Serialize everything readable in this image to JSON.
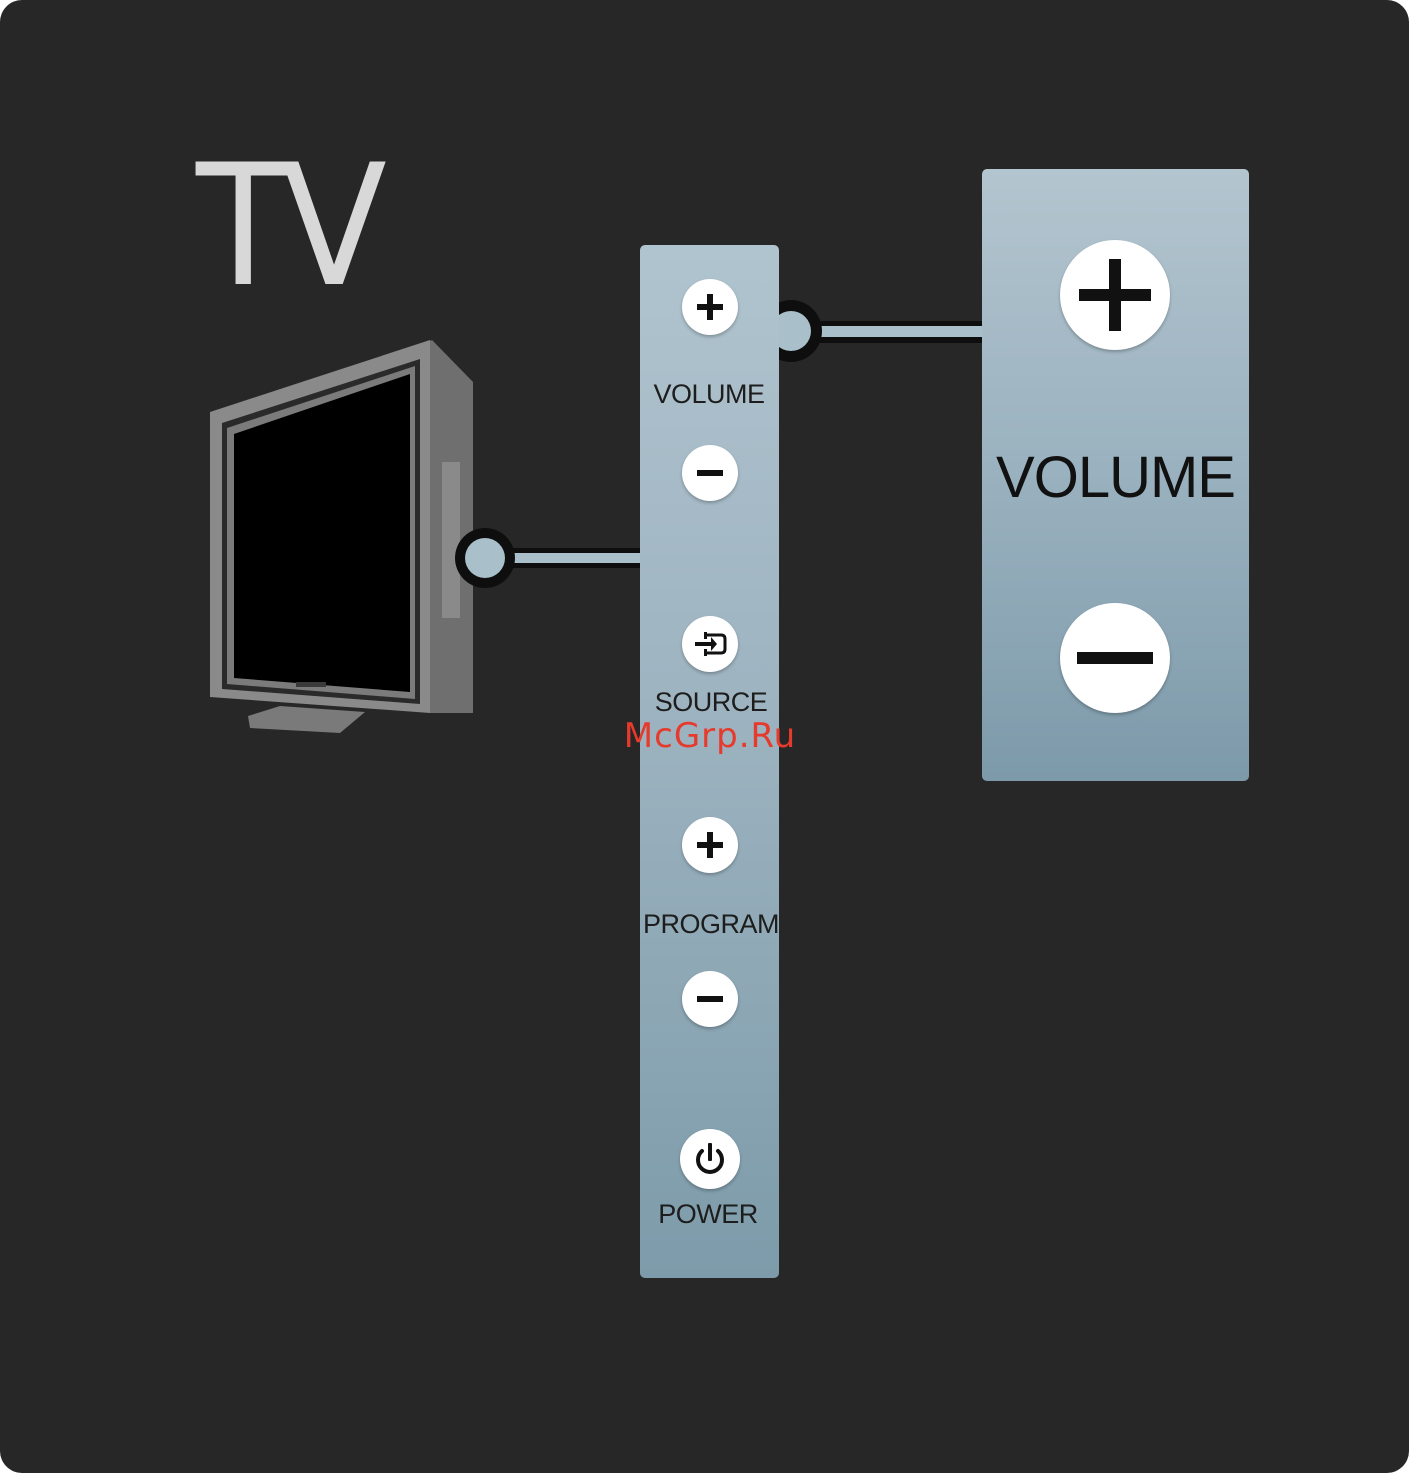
{
  "title": "TV",
  "side_panel": {
    "volume_label": "VOLUME",
    "source_label": "SOURCE",
    "program_label": "PROGRAM",
    "power_label": "POWER"
  },
  "zoom_panel": {
    "volume_label": "VOLUME"
  },
  "watermark": "McGrp.Ru",
  "icons": {
    "plus": "plus-icon",
    "minus": "minus-icon",
    "source": "source-icon",
    "power": "power-icon",
    "tv": "tv-icon"
  },
  "colors": {
    "background": "#272727",
    "panel": "#9db3c0",
    "title": "#d8d8d8",
    "watermark": "#e53a2c"
  }
}
